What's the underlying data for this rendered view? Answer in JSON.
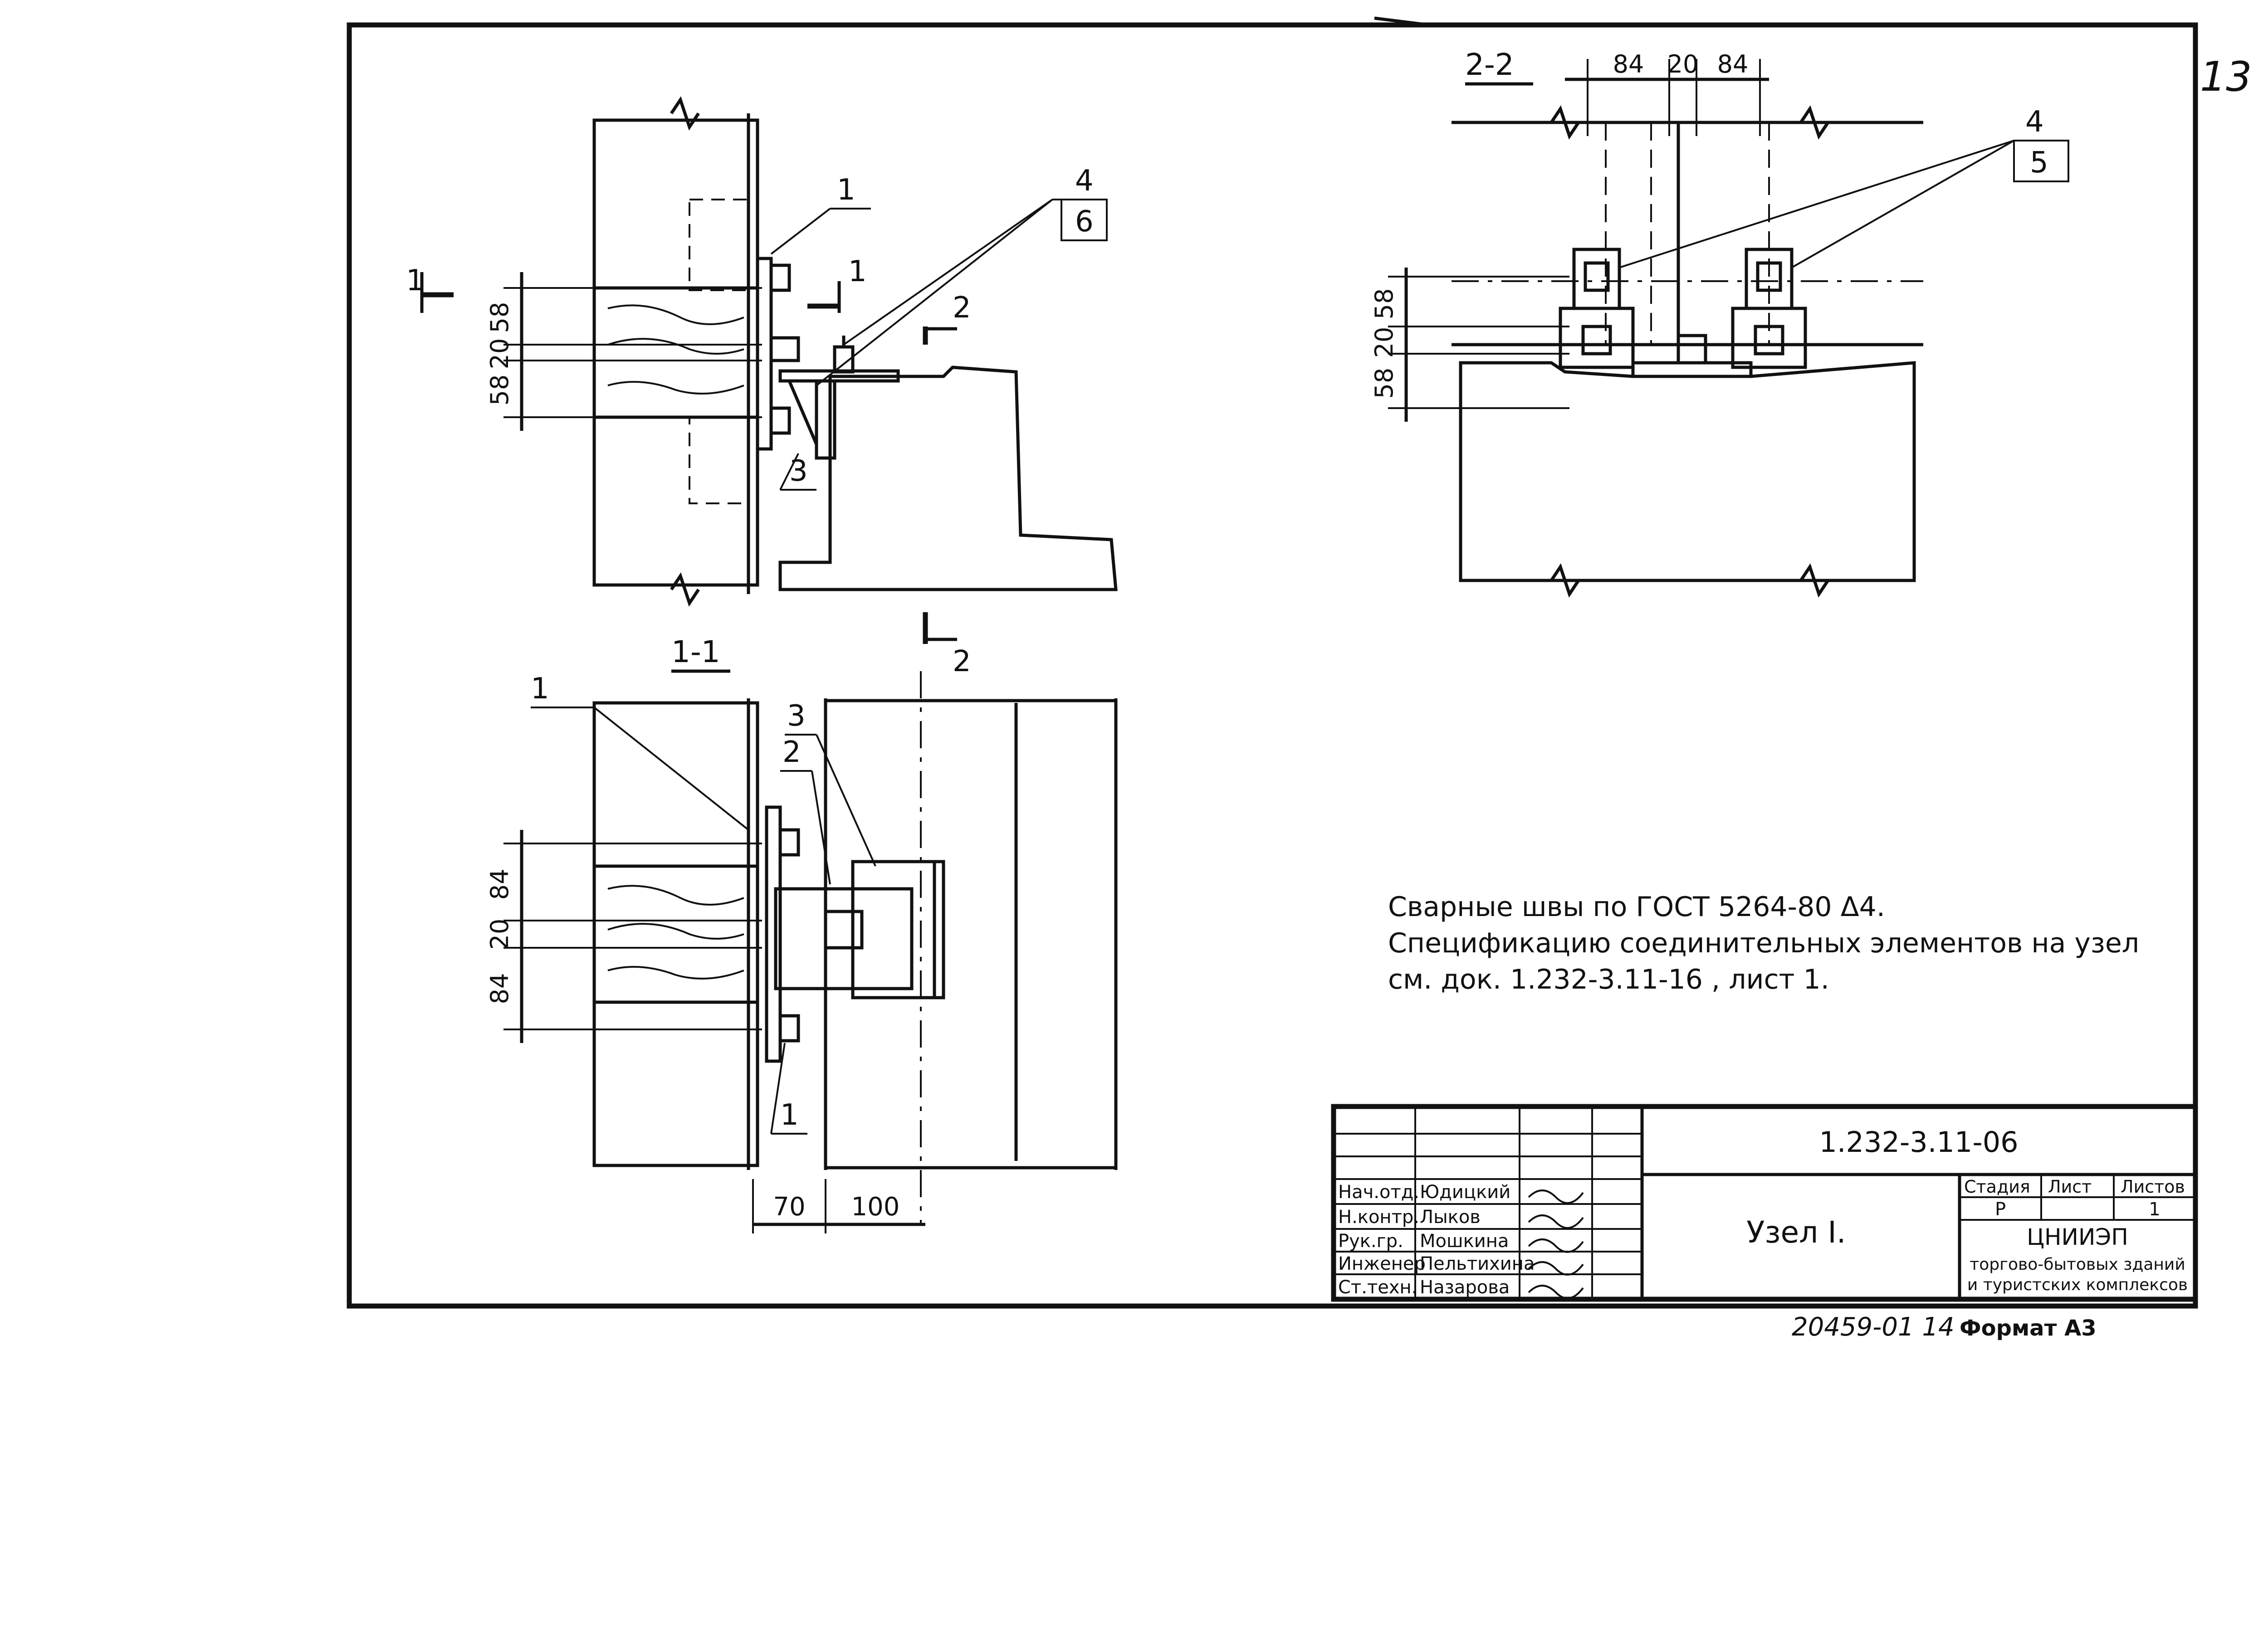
{
  "sheet": {
    "page_number": "13",
    "format_note": "Формат А3",
    "archive_number": "20459-01 14"
  },
  "views": {
    "section_1_1": {
      "label": "1-1",
      "dims": [
        "84",
        "20",
        "84",
        "70",
        "100"
      ]
    },
    "section_2_2": {
      "label": "2-2",
      "dims_top": [
        "84",
        "20",
        "84"
      ],
      "dims_left": [
        "58",
        "20",
        "58"
      ]
    },
    "node_elevation": {
      "dims_left": [
        "58",
        "20",
        "58"
      ],
      "cut_markers": [
        "1",
        "1",
        "2",
        "2"
      ]
    }
  },
  "callouts": {
    "elevation": [
      "1",
      "3",
      "4",
      "6"
    ],
    "section_1_1": [
      "1",
      "2",
      "3",
      "1"
    ],
    "section_2_2": [
      "4",
      "5"
    ]
  },
  "notes": [
    "Сварные швы по ГОСТ 5264-80 Δ4.",
    "Спецификацию соединительных элементов на узел",
    "см. док. 1.232-3.11-16 , лист 1."
  ],
  "title_block": {
    "doc_code": "1.232-3.11-06",
    "title": "Узел I.",
    "stage_header": "Стадия",
    "sheet_header": "Лист",
    "sheets_header": "Листов",
    "stage": "Р",
    "sheet": "",
    "sheets": "1",
    "org_line1": "ЦНИИЭП",
    "org_line2": "торгово-бытовых зданий",
    "org_line3": "и туристских комплексов",
    "people": [
      {
        "role": "Нач.отд.",
        "name": "Юдицкий"
      },
      {
        "role": "Н.контр.",
        "name": "Лыков"
      },
      {
        "role": "Рук.гр.",
        "name": "Мошкина"
      },
      {
        "role": "Инженер",
        "name": "Пельтихина"
      },
      {
        "role": "Ст.техн.",
        "name": "Назарова"
      }
    ]
  }
}
